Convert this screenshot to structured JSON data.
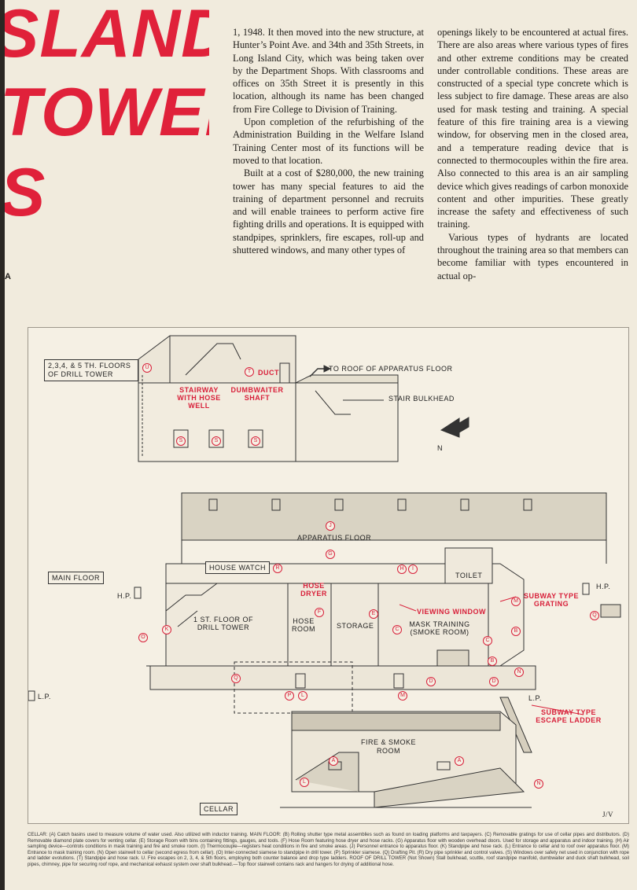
{
  "headline": {
    "line1": "SLAND",
    "line2": "TOWER",
    "line3": "S",
    "margin_letter": "A"
  },
  "column1": [
    "1, 1948. It then moved into the new structure, at Hunter’s Point Ave. and 34th and 35th Streets, in Long Island City, which was being taken over by the Department Shops. With classrooms and offices on 35th Street it is presently in this location, although its name has been changed from Fire College to Division of Training.",
    "Upon completion of the refurbishing of the Administration Building in the Welfare Island Training Center most of its functions will be moved to that location.",
    "Built at a cost of $280,000, the new training tower has many special features to aid the training of department personnel and recruits and will enable trainees to perform active fire fighting drills and operations. It is equipped with standpipes, sprinklers, fire escapes, roll-up and shuttered windows, and many other types of"
  ],
  "column2": [
    "openings likely to be encountered at actual fires. There are also areas where various types of fires and other extreme conditions may be created under controllable conditions. These areas are constructed of a special type concrete which is less subject to fire damage. These areas are also used for mask testing and training. A special feature of this fire training area is a viewing window, for observing men in the closed area, and a temperature reading device that is connected to thermocouples within the fire area. Also connected to this area is an air sampling device which gives readings of carbon monoxide content and other impurities. These greatly increase the safety and effectiveness of such training.",
    "Various types of hydrants are located throughout the training area so that members can become familiar with types encountered in actual op-"
  ],
  "diagram": {
    "labels": {
      "floors": "2,3,4, & 5 TH. FLOORS OF DRILL TOWER",
      "duct": "DUCT",
      "roof": "TO ROOF OF APPARATUS FLOOR",
      "stairway": "STAIRWAY WITH HOSE WELL",
      "dumbwaiter": "DUMBWAITER SHAFT",
      "bulkhead": "STAIR BULKHEAD",
      "north": "N",
      "apparatus": "APPARATUS FLOOR",
      "main_floor": "MAIN FLOOR",
      "house_watch": "HOUSE WATCH",
      "toilet": "TOILET",
      "hose_dryer": "HOSE DRYER",
      "hp_left": "H.P.",
      "hp_right": "H.P.",
      "subway_grating": "SUBWAY TYPE GRATING",
      "viewing_window": "VIEWING WINDOW",
      "first_floor": "1 ST. FLOOR OF DRILL TOWER",
      "hose_room": "HOSE ROOM",
      "storage": "STORAGE",
      "mask_training": "MASK TRAINING (SMOKE ROOM)",
      "lp_left": "L.P.",
      "lp_right": "L.P.",
      "subway_ladder": "SUBWAY TYPE ESCAPE LADDER",
      "fire_smoke": "FIRE & SMOKE ROOM",
      "cellar": "CELLAR",
      "initials": "J/V"
    },
    "markers": {
      "u": "U",
      "t": "T",
      "s1": "S",
      "s2": "S",
      "s3": "S",
      "j": "J",
      "g": "G",
      "r": "R",
      "h": "H",
      "i": "I",
      "m1": "M",
      "f": "F",
      "e": "E",
      "k": "K",
      "o": "O",
      "c1": "C",
      "c2": "C",
      "b1": "B",
      "b2": "B",
      "n1": "N",
      "d1": "D",
      "d2": "D",
      "q1": "Q",
      "q2": "Q",
      "p": "P",
      "l1": "L",
      "m2": "M",
      "a1": "A",
      "a2": "A",
      "l2": "L",
      "n2": "N"
    }
  },
  "caption": "CELLAR: (A) Catch basins used to measure volume of water used. Also utilized with inductor training. MAIN FLOOR: (B) Rolling shutter type metal assemblies such as found on loading platforms and taxpayers. (C) Removable gratings for use of cellar pipes and distributors. (D) Removable diamond plate covers for venting cellar. (E) Storage Room with bins containing fittings, gauges, and tools. (F) Hose Room featuring hose dryer and hose racks. (G) Apparatus floor with wooden overhead doors. Used for storage and apparatus and indoor training. (H) Air sampling device—controls conditions in mask training and fire and smoke room. (I) Thermocouple—registers heat conditions in fire and smoke areas. (J) Personnel entrance to apparatus floor. (K) Standpipe and hose rack. (L) Entrance to cellar and to roof over apparatus floor. (M) Entrance to mask training room. (N) Open stairwell to cellar (second egress from cellar). (O) Inter-connected siamese to standpipe in drill tower. (P) Sprinkler siamese. (Q) Drafting Pit. (R) Dry pipe sprinkler and control valves. (S) Windows over safety net used in conjunction with rope and ladder evolutions. (T) Standpipe and hose rack. U. Fire escapes on 2, 3, 4, & 5th floors, employing both counter balance and drop type ladders. ROOF OF DRILL TOWER (Not Shown) Stall bulkhead, scuttle, roof standpipe manifold, dumbwaiter and duck shaft bulkhead, soil pipes, chimney, pipe for securing roof rope, and mechanical exhaust system over shaft bulkhead.—Top floor stairwell contains rack and hangers for drying of additional hose."
}
